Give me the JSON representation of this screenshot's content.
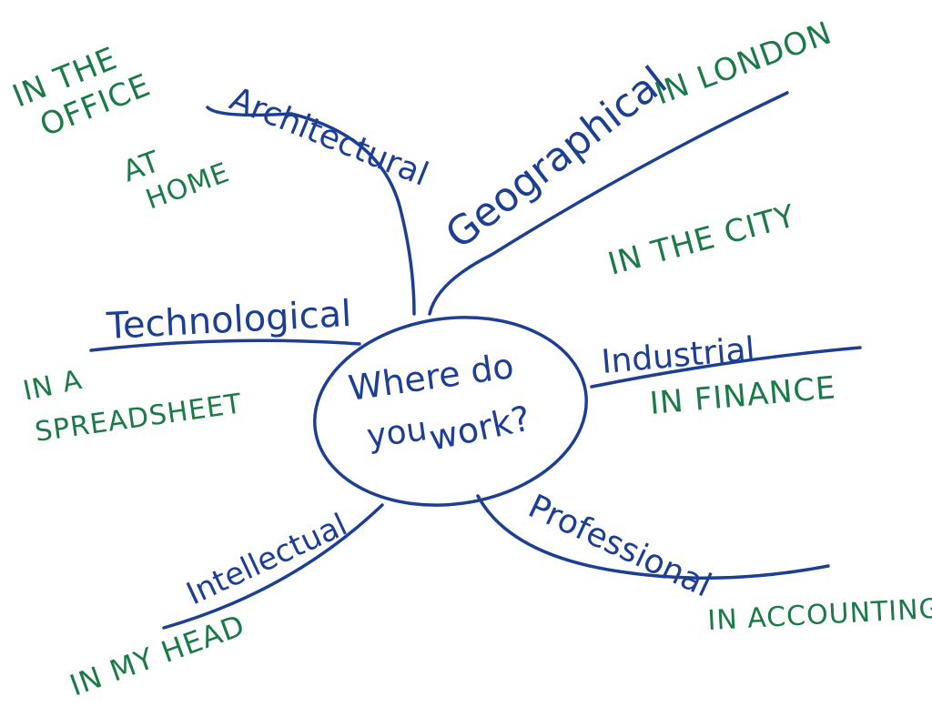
{
  "colors": {
    "branch": "#1d3f93",
    "note": "#1b7a47",
    "background": "#ffffff"
  },
  "center": {
    "line1": "Where do",
    "line2": "you",
    "line3": "work?"
  },
  "branches": {
    "architectural": {
      "label": "Architectural",
      "notes": [
        "IN THE",
        "OFFICE",
        "AT",
        "HOME"
      ]
    },
    "geographical": {
      "label": "Geographical",
      "notes": [
        "IN LONDON",
        "IN THE CITY"
      ]
    },
    "technological": {
      "label": "Technological",
      "notes": [
        "IN A",
        "SPREADSHEET"
      ]
    },
    "industrial": {
      "label": "Industrial",
      "notes": [
        "IN FINANCE"
      ]
    },
    "professional": {
      "label": "Professional",
      "notes": [
        "IN ACCOUNTING"
      ]
    },
    "intellectual": {
      "label": "Intellectual",
      "notes": [
        "IN MY HEAD"
      ]
    }
  }
}
